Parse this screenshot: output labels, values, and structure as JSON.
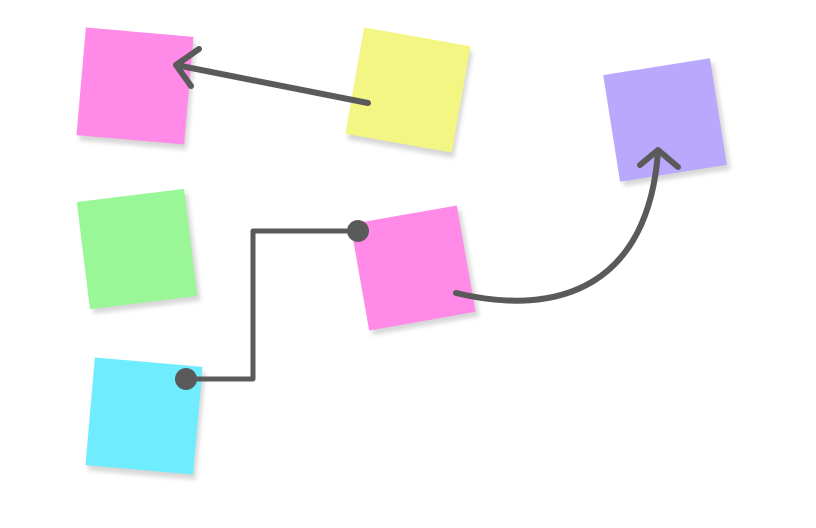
{
  "board": {
    "notes": [
      {
        "id": "pink-top-left",
        "color": "#ff8ae8"
      },
      {
        "id": "yellow-top",
        "color": "#f3f682"
      },
      {
        "id": "purple-right",
        "color": "#b9a8fb"
      },
      {
        "id": "green-left",
        "color": "#9af797"
      },
      {
        "id": "pink-center",
        "color": "#ff8ae8"
      },
      {
        "id": "cyan-bottom-left",
        "color": "#6fecfe"
      }
    ],
    "connectors": [
      {
        "from": "yellow-top",
        "to": "pink-top-left",
        "style": "straight-arrow"
      },
      {
        "from": "pink-center",
        "to": "purple-right",
        "style": "curved-arrow"
      },
      {
        "from": "cyan-bottom-left",
        "to": "pink-center",
        "style": "elbow-dot-ends"
      }
    ],
    "connector_color": "#5a5a5a"
  }
}
